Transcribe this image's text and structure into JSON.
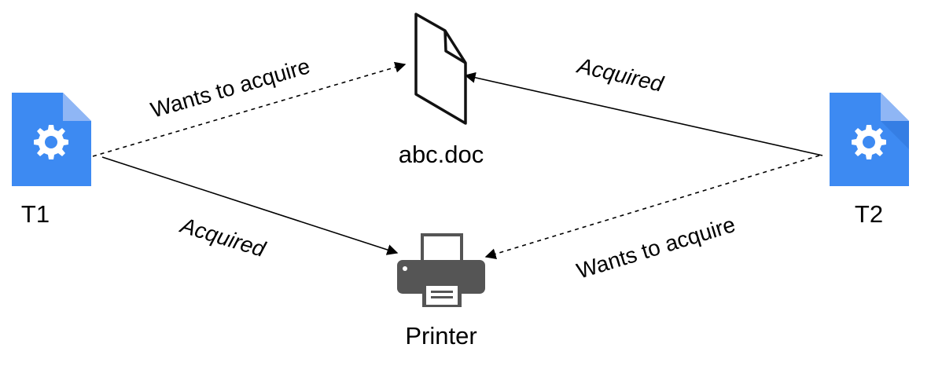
{
  "nodes": {
    "t1": {
      "label": "T1",
      "icon": "settings-file-icon"
    },
    "t2": {
      "label": "T2",
      "icon": "settings-file-icon"
    },
    "doc": {
      "label": "abc.doc",
      "icon": "document-icon"
    },
    "printer": {
      "label": "Printer",
      "icon": "printer-icon"
    }
  },
  "edges": {
    "t1_doc": {
      "from": "T1",
      "to": "abc.doc",
      "label": "Wants to acquire",
      "style": "dashed"
    },
    "t1_printer": {
      "from": "T1",
      "to": "Printer",
      "label": "Acquired",
      "style": "solid"
    },
    "t2_doc": {
      "from": "T2",
      "to": "abc.doc",
      "label": "Acquired",
      "style": "solid"
    },
    "t2_printer": {
      "from": "T2",
      "to": "Printer",
      "label": "Wants to acquire",
      "style": "dashed"
    }
  },
  "colors": {
    "icon_blue": "#3d8af2",
    "icon_fold": "#8fb6f5",
    "icon_gear": "#ffffff",
    "printer_gray": "#555555",
    "line": "#000000"
  }
}
